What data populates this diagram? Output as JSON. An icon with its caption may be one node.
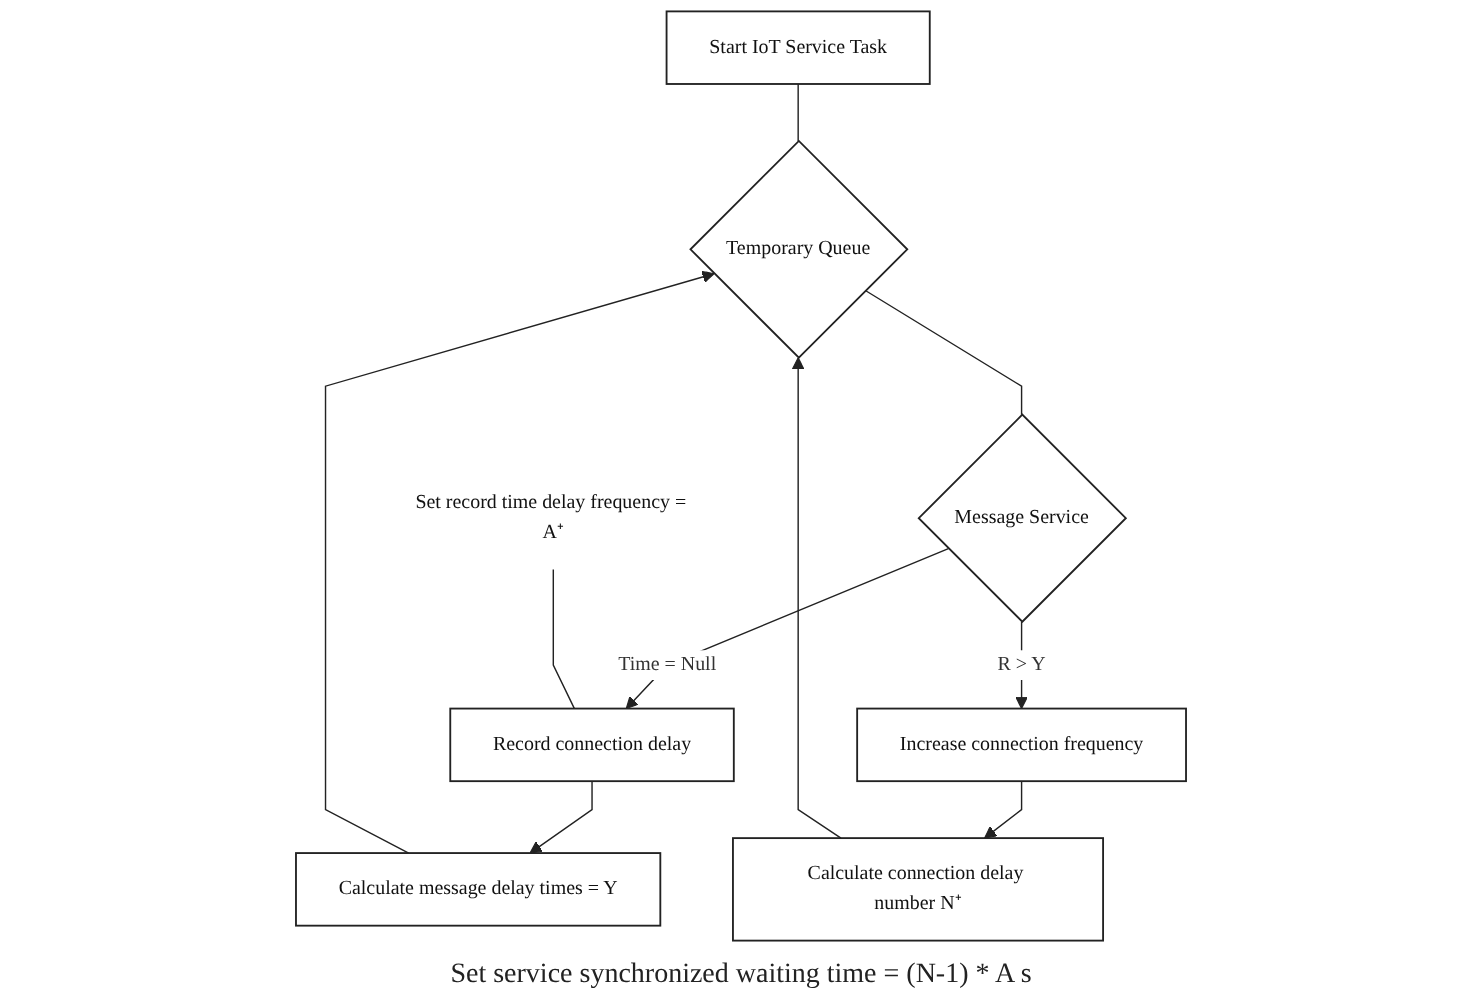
{
  "diagram": {
    "nodes": [
      {
        "text": [
          "Start IoT Service Task"
        ]
      },
      {
        "text": [
          "Temporary Queue"
        ]
      },
      {
        "text": [
          "Message Service"
        ]
      },
      {
        "text": [
          "Record connection delay"
        ]
      },
      {
        "text": [
          "Calculate message delay times = Y"
        ]
      },
      {
        "text": [
          "Increase connection frequency"
        ]
      },
      {
        "text": [
          "Calculate connection delay number N⁺"
        ]
      },
      {
        "text": [
          "Set record time delay frequency = A⁺"
        ]
      }
    ],
    "edges": [
      {
        "from": 0,
        "to": 1,
        "arrow": "none"
      },
      {
        "from": 1,
        "to": 2,
        "arrow": "none"
      },
      {
        "from": 2,
        "to": 3,
        "arrow": "to",
        "label": "Time = Null"
      },
      {
        "from": 3,
        "to": 4,
        "arrow": "to"
      },
      {
        "from": 4,
        "to": 1,
        "arrow": "to"
      },
      {
        "from": 2,
        "to": 5,
        "arrow": "to",
        "label": "R > Y"
      },
      {
        "from": 5,
        "to": 6,
        "arrow": "to"
      },
      {
        "from": 6,
        "to": 1,
        "arrow": "to"
      },
      {
        "from": 7,
        "to": 3,
        "arrow": "none"
      }
    ],
    "labels": [
      "Set service synchronized waiting time = (N-1) * A s"
    ]
  }
}
